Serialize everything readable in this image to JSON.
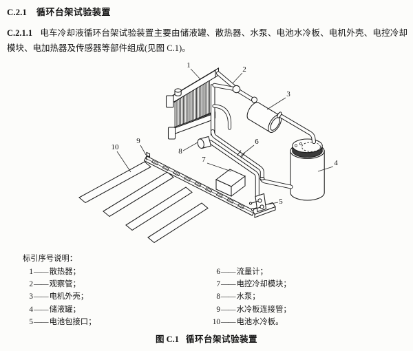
{
  "heading": {
    "number": "C.2.1",
    "title": "循环台架试验装置"
  },
  "clause": {
    "number": "C.2.1.1",
    "text": "电车冷却液循环台架试验装置主要由储液罐、散热器、水泵、电池水冷板、电机外壳、电控冷却模块、电加热器及传感器等部件组成(见图 C.1)。"
  },
  "figure": {
    "part_labels": [
      "1",
      "2",
      "3",
      "4",
      "5",
      "6",
      "7",
      "8",
      "9",
      "10"
    ],
    "legend_title": "标引序号说明：",
    "dash": "——",
    "legend_left": [
      {
        "num": "1",
        "label": "散热器；"
      },
      {
        "num": "2",
        "label": "观察管；"
      },
      {
        "num": "3",
        "label": "电机外壳；"
      },
      {
        "num": "4",
        "label": "储液罐；"
      },
      {
        "num": "5",
        "label": "电池包接口；"
      }
    ],
    "legend_right": [
      {
        "num": "6",
        "label": "流量计；"
      },
      {
        "num": "7",
        "label": "电控冷却模块；"
      },
      {
        "num": "8",
        "label": "水泵；"
      },
      {
        "num": "9",
        "label": "水冷板连接管；"
      },
      {
        "num": "10",
        "label": "电池水冷板。"
      }
    ],
    "caption": {
      "number": "图 C.1",
      "title": "循环台架试验装置"
    }
  }
}
